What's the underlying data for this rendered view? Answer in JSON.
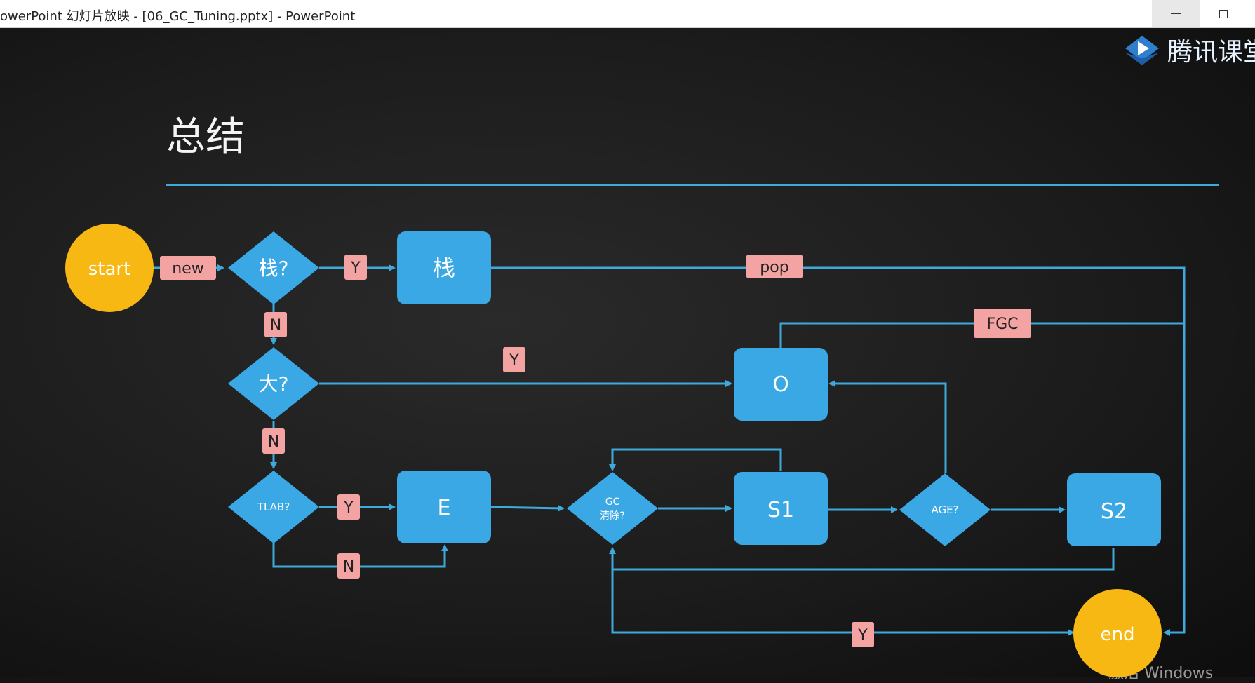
{
  "window": {
    "title": "owerPoint 幻灯片放映 - [06_GC_Tuning.pptx] - PowerPoint",
    "min_label": "–",
    "max_label": "☐"
  },
  "slide": {
    "title": "总结",
    "logo_text": "腾讯课堂",
    "watermark": "激活 Windows"
  },
  "diagram": {
    "nodes": {
      "start": "start",
      "end": "end",
      "stack_q": "栈?",
      "big_q": "大?",
      "tlab_q": "TLAB?",
      "gc_q_line1": "GC",
      "gc_q_line2": "清除?",
      "age_q": "AGE?",
      "stack": "栈",
      "old": "O",
      "eden": "E",
      "s1": "S1",
      "s2": "S2"
    },
    "labels": {
      "new": "new",
      "y1": "Y",
      "pop": "pop",
      "n1": "N",
      "fgc": "FGC",
      "y2": "Y",
      "n2": "N",
      "y3": "Y",
      "n3": "N",
      "y4": "Y"
    }
  },
  "colors": {
    "accent_blue": "#3fa9dc",
    "node_blue": "#3aa8e4",
    "label_pink": "#f4a3a3",
    "terminal_yellow": "#f8b813"
  }
}
